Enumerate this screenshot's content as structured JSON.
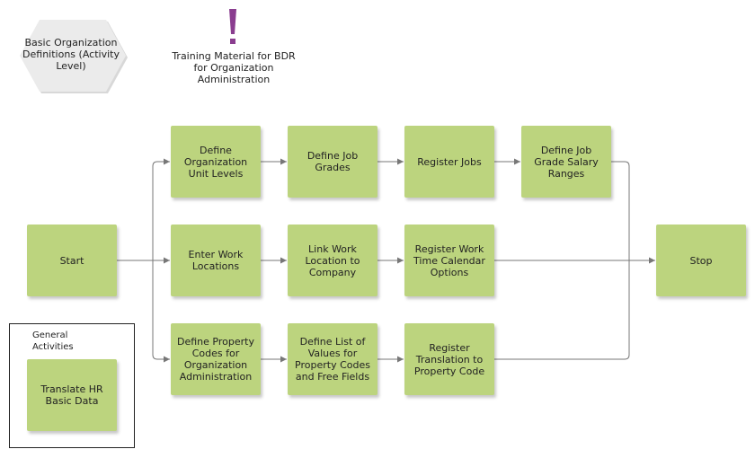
{
  "header": {
    "section_label": "Basic Organization Definitions (Activity Level)",
    "note_text": "Training Material for BDR for Organization Administration"
  },
  "colors": {
    "activity_fill": "#bcd47e",
    "hexagon_fill": "#ebebeb",
    "connector": "#777777",
    "note_icon": "#8a3d8f"
  },
  "activities": {
    "start": "Start",
    "stop": "Stop",
    "define_org_unit_levels": "Define Organization Unit Levels",
    "define_job_grades": "Define Job Grades",
    "register_jobs": "Register Jobs",
    "define_job_grade_salary_ranges": "Define Job Grade Salary Ranges",
    "enter_work_locations": "Enter Work Locations",
    "link_work_location": "Link Work Location to Company",
    "register_work_time_calendar": "Register Work Time Calendar Options",
    "define_property_codes": "Define Property Codes for Organization Administration",
    "define_list_of_values": "Define List of Values for Property Codes and Free Fields",
    "register_translation": "Register Translation to Property Code",
    "translate_hr_basic_data": "Translate HR Basic Data"
  },
  "group": {
    "title": "General Activities"
  }
}
